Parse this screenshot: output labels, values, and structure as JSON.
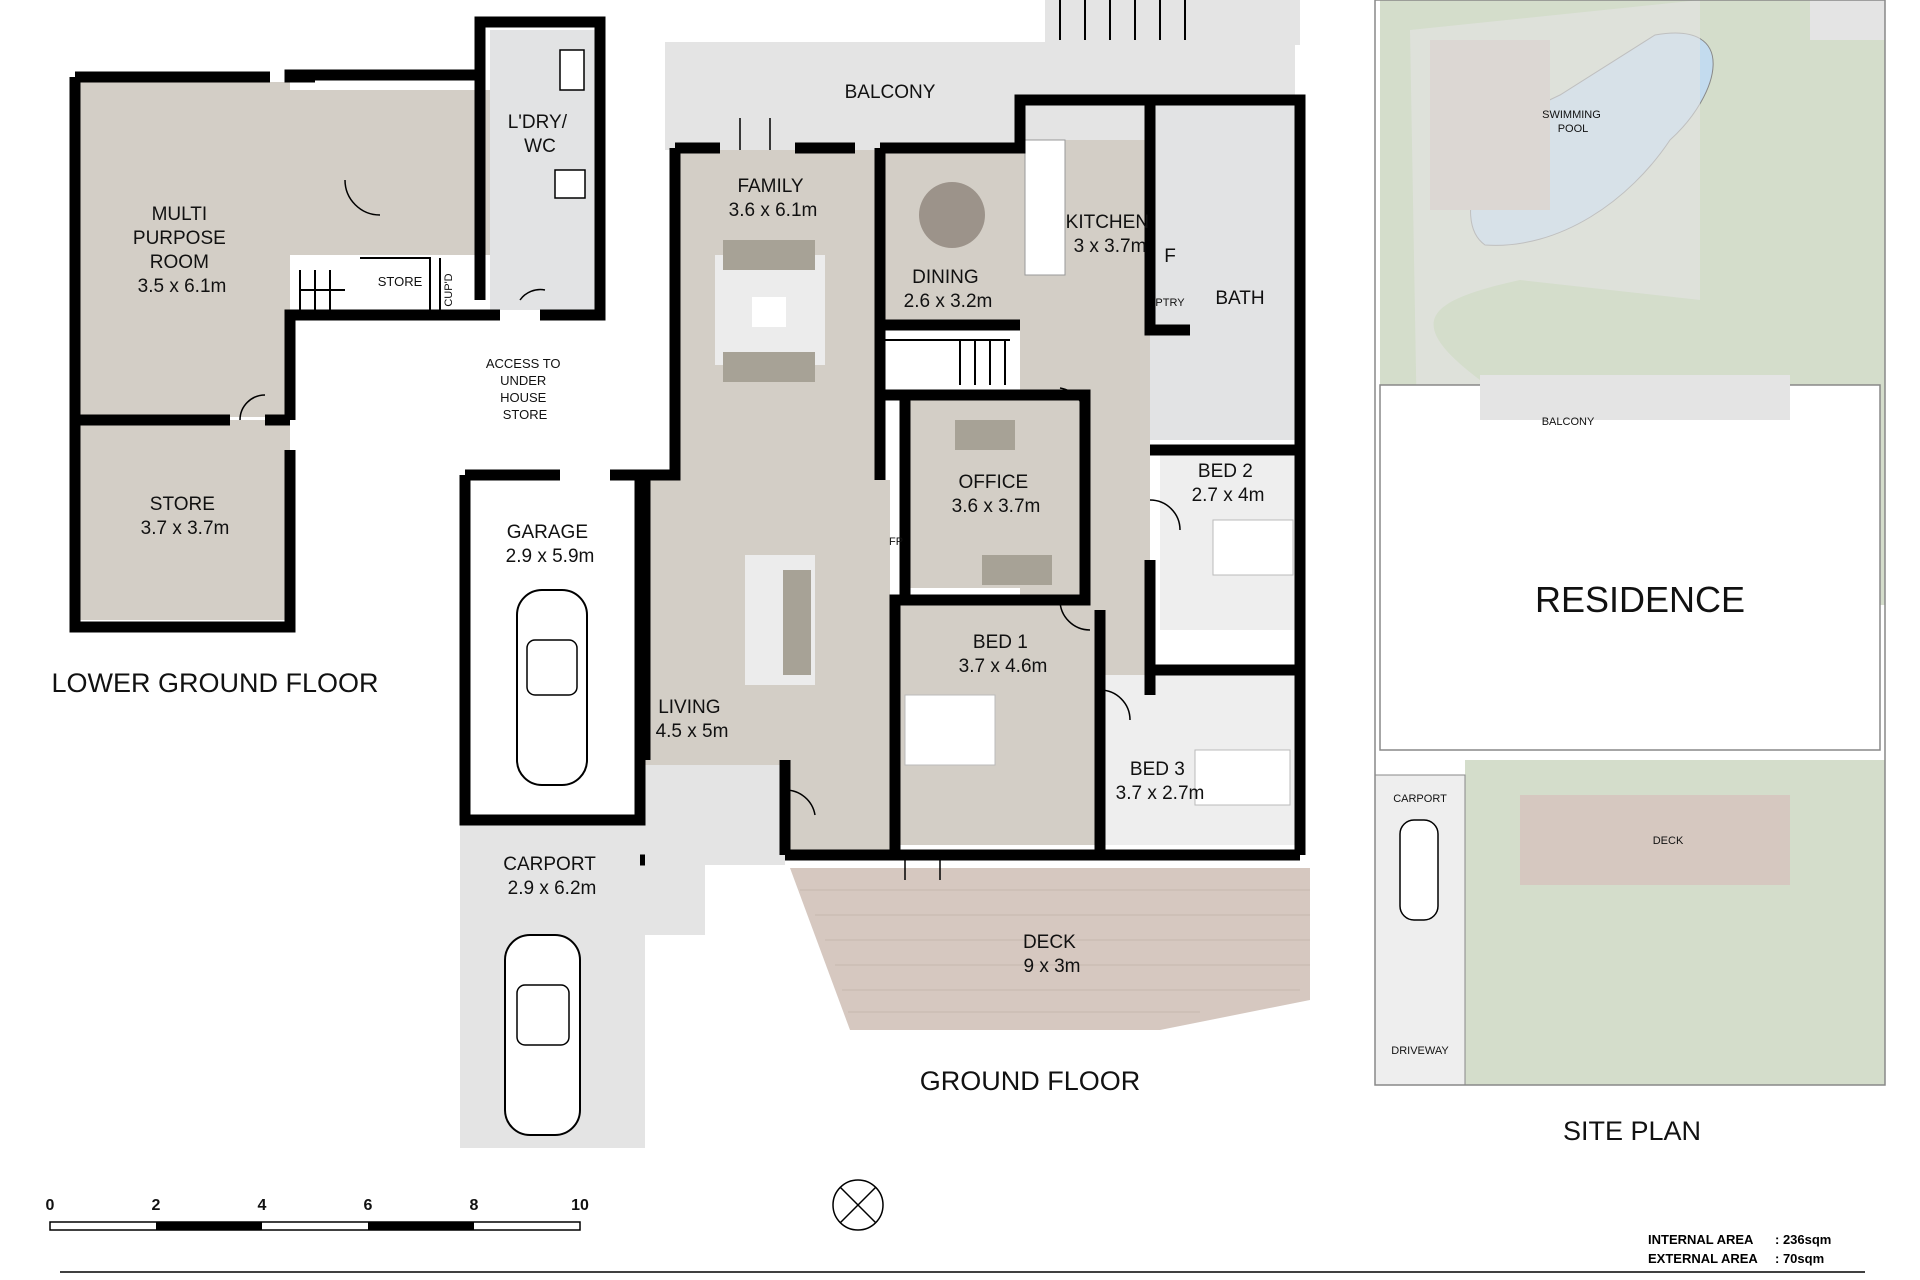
{
  "floors": {
    "lower_ground": {
      "title": "LOWER GROUND FLOOR",
      "rooms": [
        {
          "id": "multi",
          "lines": [
            "MULTI",
            "PURPOSE",
            "ROOM",
            "3.5 x 6.1m"
          ]
        },
        {
          "id": "store_lg",
          "lines": [
            "STORE",
            "3.7 x 3.7m"
          ]
        },
        {
          "id": "ldry",
          "lines": [
            "L'DRY/",
            "WC"
          ]
        },
        {
          "id": "store_small",
          "lines": [
            "STORE"
          ]
        },
        {
          "id": "cupd",
          "lines": [
            "CUP'D"
          ]
        },
        {
          "id": "access",
          "lines": [
            "ACCESS TO",
            "UNDER",
            "HOUSE",
            "STORE"
          ]
        }
      ]
    },
    "ground": {
      "title": "GROUND FLOOR",
      "rooms": [
        {
          "id": "balcony",
          "lines": [
            "BALCONY"
          ]
        },
        {
          "id": "family",
          "lines": [
            "FAMILY",
            "3.6 x 6.1m"
          ]
        },
        {
          "id": "dining",
          "lines": [
            "DINING",
            "2.6 x 3.2m"
          ]
        },
        {
          "id": "kitchen",
          "lines": [
            "KITCHEN",
            "3 x 3.7m"
          ]
        },
        {
          "id": "fridge",
          "lines": [
            "F"
          ]
        },
        {
          "id": "ptry",
          "lines": [
            "PTRY"
          ]
        },
        {
          "id": "bath",
          "lines": [
            "BATH"
          ]
        },
        {
          "id": "office",
          "lines": [
            "OFFICE",
            "3.6 x 3.7m"
          ]
        },
        {
          "id": "fp",
          "lines": [
            "FP"
          ]
        },
        {
          "id": "bed2",
          "lines": [
            "BED 2",
            "2.7 x 4m"
          ]
        },
        {
          "id": "bed1",
          "lines": [
            "BED 1",
            "3.7 x 4.6m"
          ]
        },
        {
          "id": "bed3",
          "lines": [
            "BED 3",
            "3.7 x 2.7m"
          ]
        },
        {
          "id": "garage",
          "lines": [
            "GARAGE",
            "2.9 x 5.9m"
          ]
        },
        {
          "id": "living",
          "lines": [
            "LIVING",
            "4.5 x 5m"
          ]
        },
        {
          "id": "carport",
          "lines": [
            "CARPORT",
            "2.9 x 6.2m"
          ]
        },
        {
          "id": "deck",
          "lines": [
            "DECK",
            "9 x 3m"
          ]
        }
      ]
    },
    "site": {
      "title": "SITE PLAN",
      "labels": {
        "pool": [
          "SWIMMING",
          "POOL"
        ],
        "balcony": "BALCONY",
        "residence": "RESIDENCE",
        "carport": "CARPORT",
        "deck": "DECK",
        "driveway": "DRIVEWAY"
      }
    }
  },
  "scale": {
    "ticks": [
      "0",
      "2",
      "4",
      "6",
      "8",
      "10"
    ]
  },
  "areas": [
    {
      "label": "INTERNAL AREA",
      "value": ": 236sqm"
    },
    {
      "label": "EXTERNAL AREA",
      "value": ": 70sqm"
    }
  ],
  "colors": {
    "floor_grey": "#d3cec6",
    "tile": "#e2e3e4",
    "deck": "#d6c8c0",
    "lawn": "#d4ddcb",
    "pool": "#c3dbee",
    "wall": "#000000"
  },
  "icons": [
    "compass-icon",
    "car-icon",
    "bed-icon",
    "sofa-icon",
    "dining-table-icon"
  ]
}
